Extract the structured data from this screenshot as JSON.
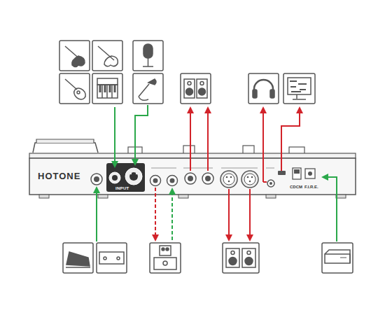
{
  "diagram": {
    "nodes": [
      {
        "text": [
          "HOTONE",
          "INPUT",
          "CDCM",
          "F.I.R.E."
        ]
      }
    ]
  }
}
